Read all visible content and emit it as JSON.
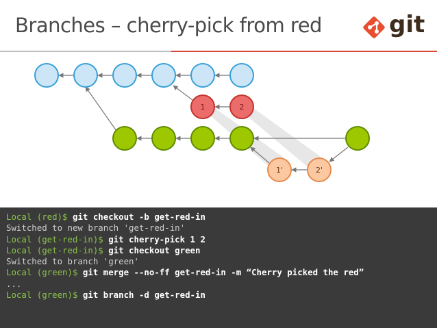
{
  "title": "Branches – cherry-pick from red",
  "logo": {
    "text": "git",
    "icon": "git-diamond-icon",
    "color": "#e94e31"
  },
  "colors": {
    "blue_fill": "#cde6f7",
    "blue_stroke": "#35a0d8",
    "red_fill": "#ec6c6b",
    "red_stroke": "#c2332c",
    "green_fill": "#9dc800",
    "green_stroke": "#5f8a00",
    "orange_fill": "#fbc8a2",
    "orange_stroke": "#e88b4c",
    "edge": "#777777",
    "ghost": "#e4e4e4"
  },
  "diagram": {
    "commits": {
      "red": [
        {
          "label": "1"
        },
        {
          "label": "2"
        }
      ],
      "picked": [
        {
          "label": "1'"
        },
        {
          "label": "2'"
        }
      ]
    }
  },
  "terminal": {
    "lines": [
      {
        "prompt": "Local (red)$ ",
        "command": "git checkout -b get-red-in"
      },
      {
        "output": "Switched to new branch 'get-red-in'"
      },
      {
        "prompt": "Local (get-red-in)$ ",
        "command": "git cherry-pick 1 2"
      },
      {
        "prompt": "Local (get-red-in)$ ",
        "command": "git checkout green"
      },
      {
        "output": "Switched to branch 'green'"
      },
      {
        "prompt": "Local (green)$ ",
        "command": "git merge --no-ff get-red-in -m “Cherry picked the red”"
      },
      {
        "output": "..."
      },
      {
        "prompt": "Local (green)$ ",
        "command": "git branch -d get-red-in"
      }
    ]
  }
}
